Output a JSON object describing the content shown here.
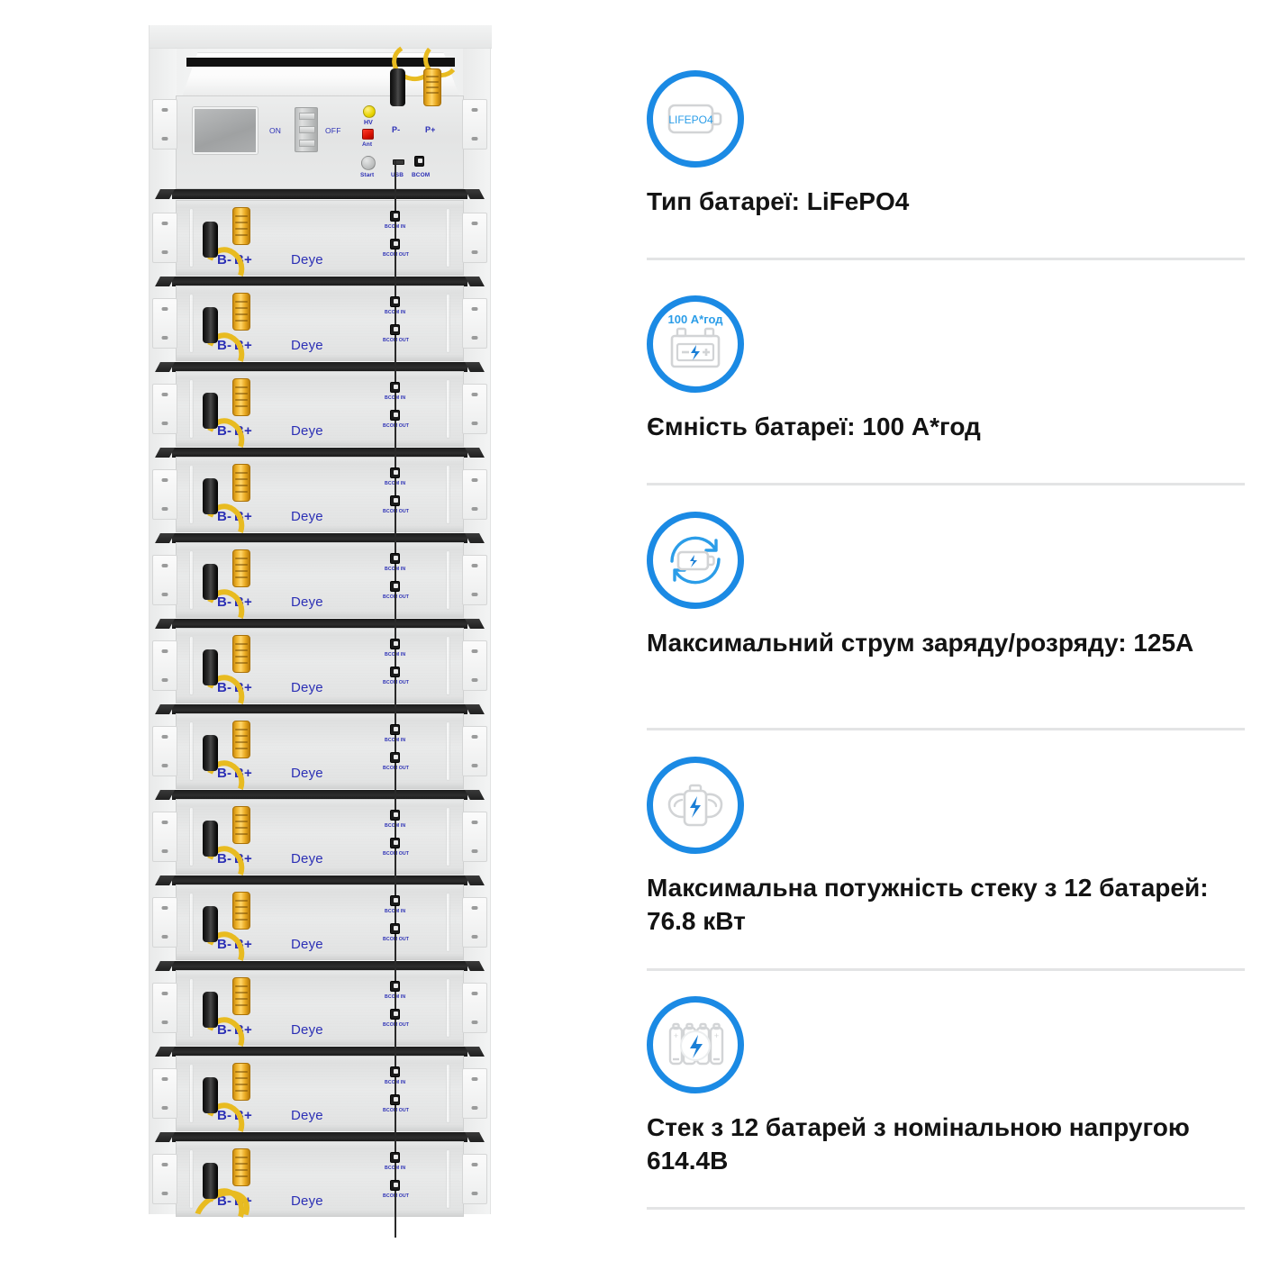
{
  "product_image": {
    "alt_name": "deye-high-voltage-battery-rack-12-modules",
    "brand_label": "Deye",
    "module_count": 12,
    "module_labels": {
      "positive": "B+",
      "negative": "B-",
      "brand": "Deye",
      "bcom_in": "BCOM IN",
      "bcom_out": "BCOM OUT"
    },
    "control_unit": {
      "switch_on": "ON",
      "switch_off": "OFF",
      "hv_button": "HV",
      "ant_button": "Ant",
      "start_button": "Start",
      "usb_port": "USB",
      "bcom_port": "BCOM",
      "terminal_negative": "P-",
      "terminal_positive": "P+"
    }
  },
  "specs": [
    {
      "icon": "lifepo4-battery-icon",
      "icon_text": "LIFEPO4",
      "text": "Тип батареї: LiFePO4"
    },
    {
      "icon": "battery-capacity-icon",
      "icon_text": "100 А*год",
      "text": "Ємність батареї: 100 А*год"
    },
    {
      "icon": "charge-discharge-cycle-icon",
      "icon_text": "",
      "text": "Максимальний струм заряду/розряду: 125А"
    },
    {
      "icon": "battery-power-muscle-icon",
      "icon_text": "",
      "text": "Максимальна потужність стеку з 12 батарей: 76.8 кВт"
    },
    {
      "icon": "battery-cell-stack-icon",
      "icon_text": "",
      "text": "Стек з 12 батарей з номінальною напругою 614.4В"
    }
  ],
  "colors": {
    "accent_blue": "#1b8ae4",
    "icon_gray": "#d2d4d6",
    "divider": "#e3e4e5",
    "text": "#131313",
    "label_blue": "#2b2fb5",
    "connector_yellow": "#e8a81f"
  }
}
